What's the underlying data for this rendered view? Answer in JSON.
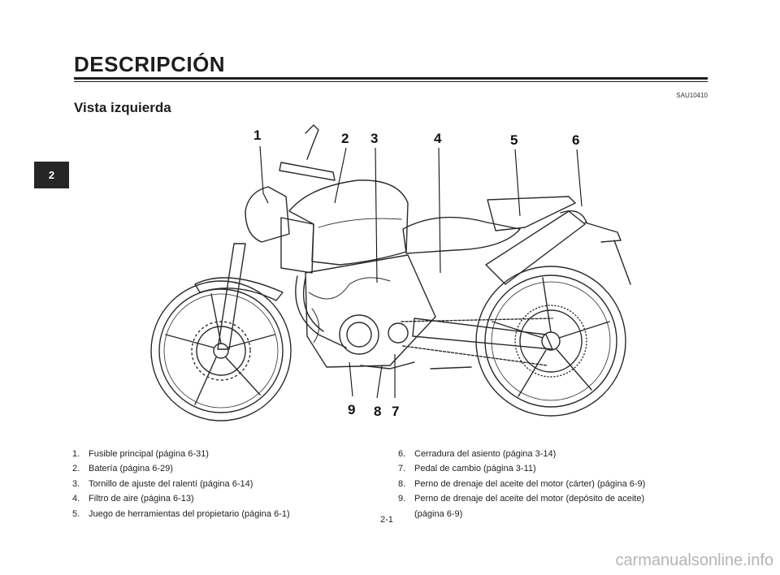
{
  "header": {
    "title": "DESCRIPCIÓN",
    "code": "SAU10410",
    "subtitle": "Vista izquierda"
  },
  "chapter_tab": "2",
  "figure": {
    "callouts": [
      "1",
      "2",
      "3",
      "4",
      "5",
      "6",
      "7",
      "8",
      "9"
    ]
  },
  "legend": {
    "left": [
      {
        "n": "1.",
        "text": "Fusible principal (página 6-31)"
      },
      {
        "n": "2.",
        "text": "Batería (página 6-29)"
      },
      {
        "n": "3.",
        "text": "Tornillo de ajuste del ralentí (página 6-14)"
      },
      {
        "n": "4.",
        "text": "Filtro de aire (página 6-13)"
      },
      {
        "n": "5.",
        "text": "Juego de herramientas del propietario (página 6-1)"
      }
    ],
    "right": [
      {
        "n": "6.",
        "text": "Cerradura del asiento (página 3-14)"
      },
      {
        "n": "7.",
        "text": "Pedal de cambio (página 3-11)"
      },
      {
        "n": "8.",
        "text": "Perno de drenaje del aceite del motor (cárter) (página 6-9)"
      },
      {
        "n": "9.",
        "text": "Perno de drenaje del aceite del motor (depósito de aceite)"
      },
      {
        "n": "",
        "text": "(página 6-9)"
      }
    ]
  },
  "page_number": "2-1",
  "watermark": "carmanualsonline.info"
}
